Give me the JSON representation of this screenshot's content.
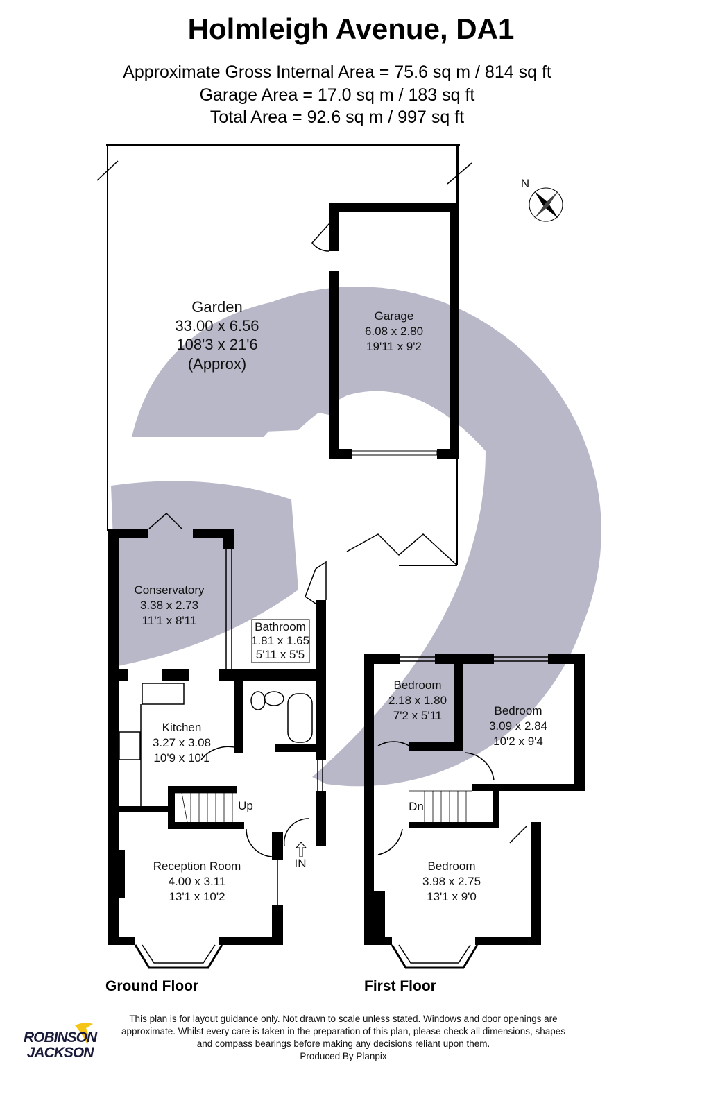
{
  "header": {
    "title": "Holmleigh Avenue, DA1",
    "gross_internal_area": "Approximate Gross Internal Area = 75.6 sq m / 814 sq ft",
    "garage_area": "Garage Area = 17.0 sq m / 183 sq ft",
    "total_area": "Total Area = 92.6 sq m / 997 sq ft"
  },
  "compass": {
    "label": "N"
  },
  "rooms": {
    "garden": {
      "name": "Garden",
      "metric": "33.00 x 6.56",
      "imperial": "108'3 x 21'6",
      "note": "(Approx)"
    },
    "garage": {
      "name": "Garage",
      "metric": "6.08 x 2.80",
      "imperial": "19'11 x 9'2"
    },
    "conservatory": {
      "name": "Conservatory",
      "metric": "3.38 x 2.73",
      "imperial": "11'1 x 8'11"
    },
    "bathroom": {
      "name": "Bathroom",
      "metric": "1.81 x 1.65",
      "imperial": "5'11 x 5'5"
    },
    "kitchen": {
      "name": "Kitchen",
      "metric": "3.27 x 3.08",
      "imperial": "10'9 x 10'1"
    },
    "reception": {
      "name": "Reception Room",
      "metric": "4.00 x 3.11",
      "imperial": "13'1 x 10'2"
    },
    "bedroom_small": {
      "name": "Bedroom",
      "metric": "2.18 x 1.80",
      "imperial": "7'2 x 5'11"
    },
    "bedroom_rear": {
      "name": "Bedroom",
      "metric": "3.09 x 2.84",
      "imperial": "10'2 x 9'4"
    },
    "bedroom_front": {
      "name": "Bedroom",
      "metric": "3.98 x 2.75",
      "imperial": "13'1 x 9'0"
    }
  },
  "markers": {
    "up": "Up",
    "down": "Dn",
    "entrance": "IN"
  },
  "floors": {
    "ground": "Ground Floor",
    "first": "First Floor"
  },
  "disclaimer": "This plan is for layout guidance only. Not drawn to scale unless stated. Windows and door openings are approximate. Whilst every care is taken in the preparation of this plan, please check all dimensions, shapes and compass bearings before making any decisions reliant upon them.",
  "credit": "Produced By Planpix",
  "logo": {
    "line1": "ROBINSON",
    "line2": "JACKSON"
  },
  "colors": {
    "watermark": "#b8b8c8",
    "logo_text": "#1a1a3a",
    "logo_bird": "#f5c518",
    "walls": "#000000"
  }
}
